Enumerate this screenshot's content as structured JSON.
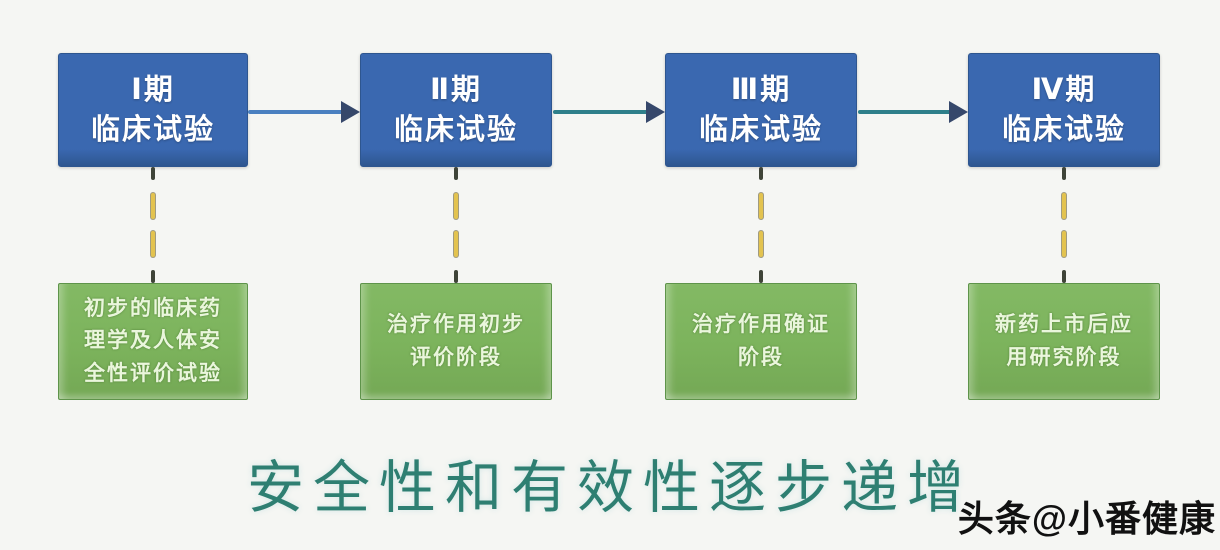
{
  "theme": {
    "bg": "#f5f6f3",
    "blue_box": "#3a68b0",
    "blue_box_dark": "#2e568f",
    "blue_text": "#ffffff",
    "green_box": "#7cb35c",
    "green_box_dark": "#5e944a",
    "green_text": "#eaf6dc",
    "arrow_line_blue": "#4a80c0",
    "arrow_line_teal": "#2e7f8a",
    "arrow_head": "#36486b",
    "dash_dark": "#3f4438",
    "dash_yellow": "#e3c34f",
    "caption_color": "#2e7f72",
    "watermark_color": "#111111"
  },
  "phases": [
    {
      "label": "Ⅰ期\n临床试验",
      "desc": "初步的临床药\n理学及人体安\n全性评价试验"
    },
    {
      "label": "Ⅱ期\n临床试验",
      "desc": "治疗作用初步\n评价阶段"
    },
    {
      "label": "Ⅲ期\n临床试验",
      "desc": "治疗作用确证\n阶段"
    },
    {
      "label": "Ⅳ期\n临床试验",
      "desc": "新药上市后应\n用研究阶段"
    }
  ],
  "caption": "安全性和有效性逐步递增",
  "watermark": "头条@小番健康"
}
